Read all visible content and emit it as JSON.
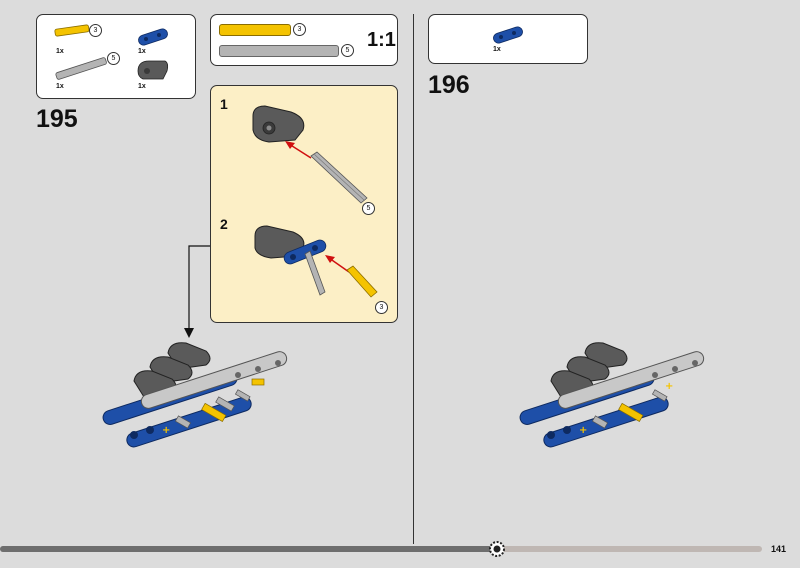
{
  "step195": {
    "number": "195",
    "parts": [
      {
        "qty": "1x",
        "length": "3",
        "color": "yellow",
        "kind": "axle"
      },
      {
        "qty": "1x",
        "length": "",
        "color": "blue",
        "kind": "beam"
      },
      {
        "qty": "1x",
        "length": "5",
        "color": "gray",
        "kind": "axle"
      },
      {
        "qty": "1x",
        "length": "",
        "color": "dark-gray",
        "kind": "connector"
      }
    ]
  },
  "scale": {
    "ratio": "1:1",
    "axles": [
      {
        "length": "3",
        "color": "#f4c300"
      },
      {
        "length": "5",
        "color": "#a8a8a8"
      }
    ]
  },
  "substeps": [
    {
      "number": "1",
      "axle_length": "5"
    },
    {
      "number": "2",
      "axle_length": "3"
    }
  ],
  "step196": {
    "number": "196",
    "parts": [
      {
        "qty": "1x",
        "color": "blue",
        "kind": "beam"
      }
    ]
  },
  "colors": {
    "page_bg": "#dcdcdc",
    "callout_bg": "#fcefc6",
    "yellow": "#f4c300",
    "blue": "#1e4fa8",
    "light_gray": "#b4b4b4",
    "dark_gray": "#5a5a5a",
    "arrow_red": "#d01010"
  },
  "footer": {
    "page_number": "141",
    "progress": 0.65
  }
}
